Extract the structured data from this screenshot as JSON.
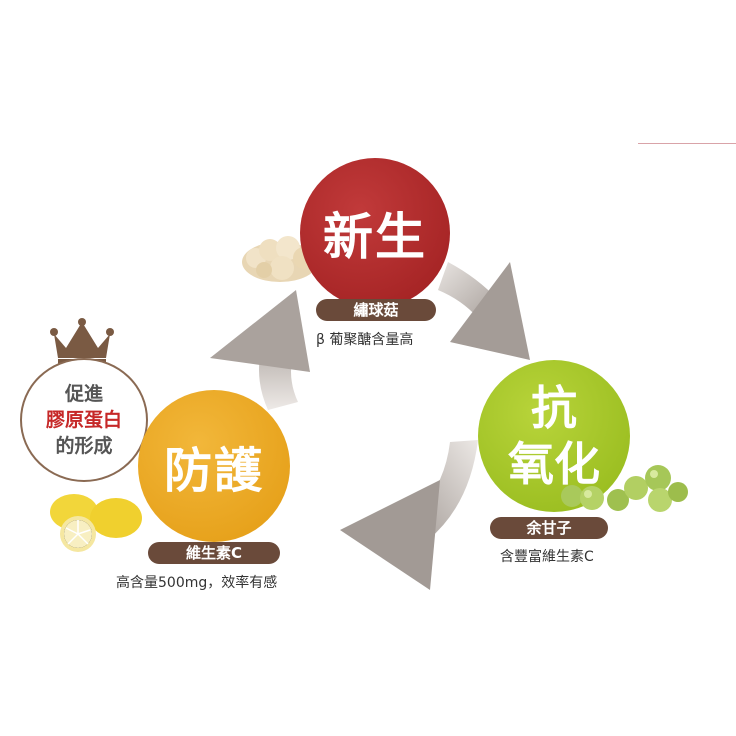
{
  "cycle": {
    "renewal": {
      "title": "新生",
      "ingredient": "繡球菇",
      "benefit": "β 葡聚醣含量高",
      "color": "#a82424"
    },
    "antioxidant": {
      "title_line1": "抗",
      "title_line2": "氧化",
      "ingredient": "余甘子",
      "benefit": "含豐富維生素C",
      "color": "#a4c424"
    },
    "protection": {
      "title": "防護",
      "ingredient": "維生素C",
      "benefit": "高含量500mg，效率有感",
      "color": "#eaa61e"
    }
  },
  "badge": {
    "line1": "促進",
    "line2": "膠原蛋白",
    "line3": "的形成",
    "crown_icon": "crown-icon",
    "crown_color": "#7a5a43"
  },
  "colors": {
    "tag_bg": "#6a4a3a",
    "arrow": "#b9b2ae"
  }
}
